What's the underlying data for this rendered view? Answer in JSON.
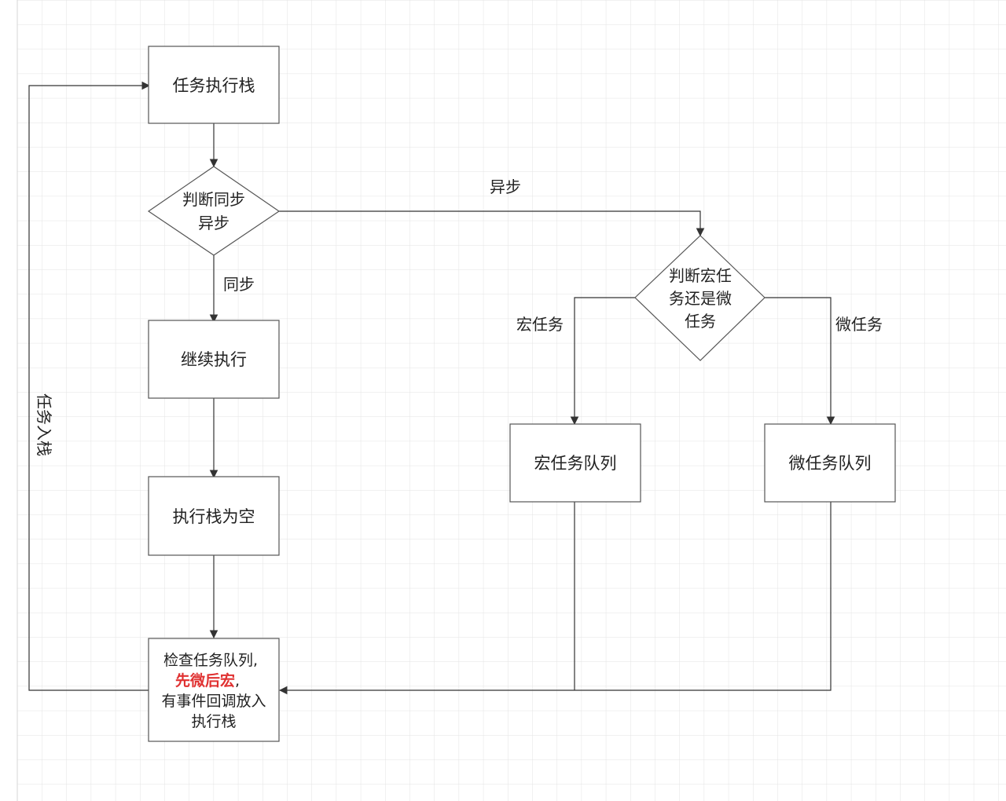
{
  "colors": {
    "grid": "#e3e3e3",
    "grid_major": "#d6d6d6",
    "line": "#333333",
    "node_fill": "#ffffff",
    "node_stroke": "#555555",
    "text": "#222222",
    "highlight": "#e03131"
  },
  "nodes": {
    "stack": {
      "lines": [
        "任务执行栈"
      ]
    },
    "judge_sync": {
      "lines": [
        "判断同步",
        "异步"
      ]
    },
    "continue": {
      "lines": [
        "继续执行"
      ]
    },
    "empty": {
      "lines": [
        "执行栈为空"
      ]
    },
    "check": {
      "line1": "检查任务队列,",
      "line2_highlight": "先微后宏",
      "line2_suffix": ",",
      "line3": "有事件回调放入",
      "line4": "执行栈"
    },
    "judge_task": {
      "lines": [
        "判断宏任",
        "务还是微",
        "任务"
      ]
    },
    "macro_queue": {
      "lines": [
        "宏任务队列"
      ]
    },
    "micro_queue": {
      "lines": [
        "微任务队列"
      ]
    }
  },
  "edge_labels": {
    "async": "异步",
    "sync": "同步",
    "macro": "宏任务",
    "micro": "微任务",
    "push": "任务入栈"
  }
}
